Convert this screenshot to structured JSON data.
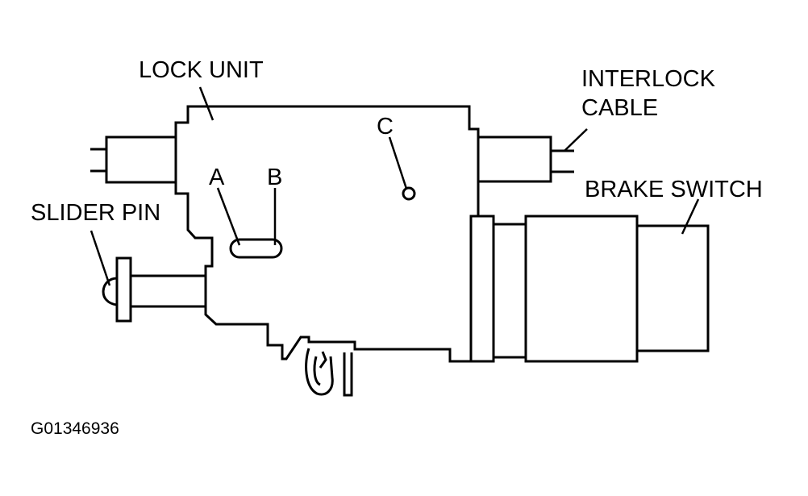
{
  "labels": {
    "lock_unit": "LOCK UNIT",
    "interlock_cable_line1": "INTERLOCK",
    "interlock_cable_line2": "CABLE",
    "brake_switch": "BRAKE SWITCH",
    "slider_pin": "SLIDER PIN",
    "point_a": "A",
    "point_b": "B",
    "point_c": "C"
  },
  "figure_id": "G01346936",
  "colors": {
    "ink": "#000000",
    "paper": "#ffffff"
  }
}
